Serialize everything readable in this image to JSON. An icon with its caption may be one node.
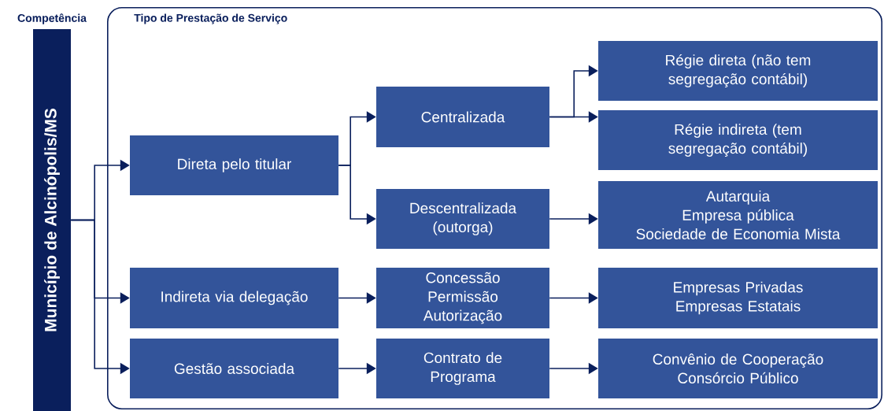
{
  "diagram": {
    "nodes": [
      {
        "text": [
          "Competência",
          "Município de Alcinópolis/MS"
        ]
      },
      {
        "text": [
          "Tipo de Prestação de Serviço"
        ]
      },
      {
        "text": [
          "Direta pelo titular"
        ],
        "in": 1
      },
      {
        "text": [
          "Centralizada"
        ],
        "in": 1
      },
      {
        "text": [
          "Régie direta (não tem segregação contábil)"
        ],
        "in": 1
      },
      {
        "text": [
          "Régie indireta (tem segregação contábil)"
        ],
        "in": 1
      },
      {
        "text": [
          "Descentralizada (outorga)"
        ],
        "in": 1
      },
      {
        "text": [
          "Autarquia",
          "Empresa pública",
          "Sociedade de Economia Mista"
        ],
        "in": 1
      },
      {
        "text": [
          "Indireta via delegação"
        ],
        "in": 1
      },
      {
        "text": [
          "Concessão",
          "Permissão",
          "Autorização"
        ],
        "in": 1
      },
      {
        "text": [
          "Empresas Privadas",
          "Empresas Estatais"
        ],
        "in": 1
      },
      {
        "text": [
          "Gestão associada"
        ],
        "in": 1
      },
      {
        "text": [
          "Contrato de Programa"
        ],
        "in": 1
      },
      {
        "text": [
          "Convênio de Cooperação",
          "Consórcio Público"
        ],
        "in": 1
      }
    ],
    "edges": [
      {
        "from": 0,
        "to": 2,
        "arrow": "to"
      },
      {
        "from": 0,
        "to": 8,
        "arrow": "to"
      },
      {
        "from": 0,
        "to": 11,
        "arrow": "to"
      },
      {
        "from": 2,
        "to": 3,
        "arrow": "to"
      },
      {
        "from": 2,
        "to": 6,
        "arrow": "to"
      },
      {
        "from": 3,
        "to": 4,
        "arrow": "to"
      },
      {
        "from": 3,
        "to": 5,
        "arrow": "to"
      },
      {
        "from": 6,
        "to": 7,
        "arrow": "to"
      },
      {
        "from": 8,
        "to": 9,
        "arrow": "to"
      },
      {
        "from": 9,
        "to": 10,
        "arrow": "to"
      },
      {
        "from": 11,
        "to": 12,
        "arrow": "to"
      },
      {
        "from": 12,
        "to": 13,
        "arrow": "to"
      }
    ]
  }
}
